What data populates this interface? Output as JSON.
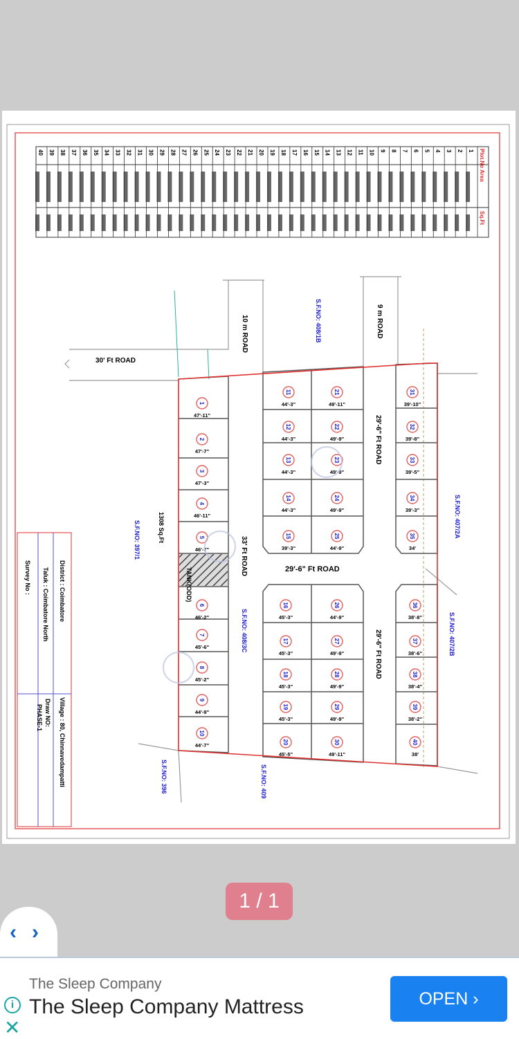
{
  "viewer": {
    "page_indicator": "1 / 1",
    "prev_icon": "chevron-left",
    "next_icon": "chevron-right"
  },
  "ad": {
    "advertiser": "The Sleep Company",
    "title": "The Sleep Company Mattress",
    "open_label": "OPEN ›",
    "info_icon": "info-icon",
    "close_icon": "close-icon"
  },
  "plan": {
    "table_headers": [
      "Plot.No",
      "Area",
      "Sq.Ft"
    ],
    "roads": {
      "road_30ft": "30' Ft ROAD",
      "road_10m": "10 m ROAD",
      "road_9m": "9 m ROAD",
      "road_33ft": "33' Ft ROAD",
      "road_29ft_mid": "29'-6\" Ft ROAD",
      "road_29ft_top": "29'-6\" Ft ROAD",
      "road_29ft_bottom": "29'-6\" Ft ROAD"
    },
    "survey_labels": {
      "sf_408_1b": "S.F.NO: 408/1B",
      "sf_397_1": "S.F.NO: 397/1",
      "sf_408_3c": "S.F.NO: 408/3C",
      "sf_407_2a": "S.F.NO: 407/2A",
      "sf_407_2b": "S.F.NO: 407/2B",
      "sf_396": "S.F.NO: 396",
      "sf_409": "S.F.NO: 409"
    },
    "tank_label": "TANK(ODD)",
    "tank_area": "1308 Sq.Ft",
    "title_block": {
      "district": "District   : Coimbatore",
      "taluk": "Taluk   : Coimbatore North",
      "survey": "Survey No :",
      "village": "Village : 80, Chinnavedampatti",
      "draw_no": "Draw NO:",
      "phase": "PHASE-1"
    },
    "plots": [
      {
        "no": "1",
        "dim": "47'-11\""
      },
      {
        "no": "2",
        "dim": "47'-7\""
      },
      {
        "no": "3",
        "dim": "47'-3\""
      },
      {
        "no": "4",
        "dim": "46'-11\""
      },
      {
        "no": "5",
        "dim": "46'-7\""
      },
      {
        "no": "6",
        "dim": "46'-2\""
      },
      {
        "no": "7",
        "dim": "45'-6\""
      },
      {
        "no": "8",
        "dim": "45'-2\""
      },
      {
        "no": "9",
        "dim": "44'-9\""
      },
      {
        "no": "10",
        "dim": "44'-7\""
      },
      {
        "no": "11",
        "dim": "44'-3\""
      },
      {
        "no": "12",
        "dim": "44'-3\""
      },
      {
        "no": "13",
        "dim": "44'-3\""
      },
      {
        "no": "14",
        "dim": "44'-3\""
      },
      {
        "no": "15",
        "dim": "39'-3\""
      },
      {
        "no": "16",
        "dim": "45'-3\""
      },
      {
        "no": "17",
        "dim": "45'-3\""
      },
      {
        "no": "18",
        "dim": "45'-3\""
      },
      {
        "no": "19",
        "dim": "45'-3\""
      },
      {
        "no": "20",
        "dim": "45'-5\""
      },
      {
        "no": "21",
        "dim": "49'-11\""
      },
      {
        "no": "22",
        "dim": "49'-9\""
      },
      {
        "no": "23",
        "dim": "49'-9\""
      },
      {
        "no": "24",
        "dim": "49'-9\""
      },
      {
        "no": "25",
        "dim": "44'-9\""
      },
      {
        "no": "26",
        "dim": "44'-9\""
      },
      {
        "no": "27",
        "dim": "49'-9\""
      },
      {
        "no": "28",
        "dim": "49'-9\""
      },
      {
        "no": "29",
        "dim": "49'-9\""
      },
      {
        "no": "30",
        "dim": "49'-11\""
      },
      {
        "no": "31",
        "dim": "39'-10\""
      },
      {
        "no": "32",
        "dim": "39'-8\""
      },
      {
        "no": "33",
        "dim": "39'-5\""
      },
      {
        "no": "34",
        "dim": "39'-3\""
      },
      {
        "no": "35",
        "dim": "34'"
      },
      {
        "no": "36",
        "dim": "38'-8\""
      },
      {
        "no": "37",
        "dim": "38'-6\""
      },
      {
        "no": "38",
        "dim": "38'-4\""
      },
      {
        "no": "39",
        "dim": "38'-2\""
      },
      {
        "no": "40",
        "dim": "38'"
      }
    ],
    "colors": {
      "boundary": "#e03030",
      "plot_number": "#1a1ad0",
      "survey_text": "#1a1ad0",
      "frame_blue": "#5050d0"
    }
  }
}
